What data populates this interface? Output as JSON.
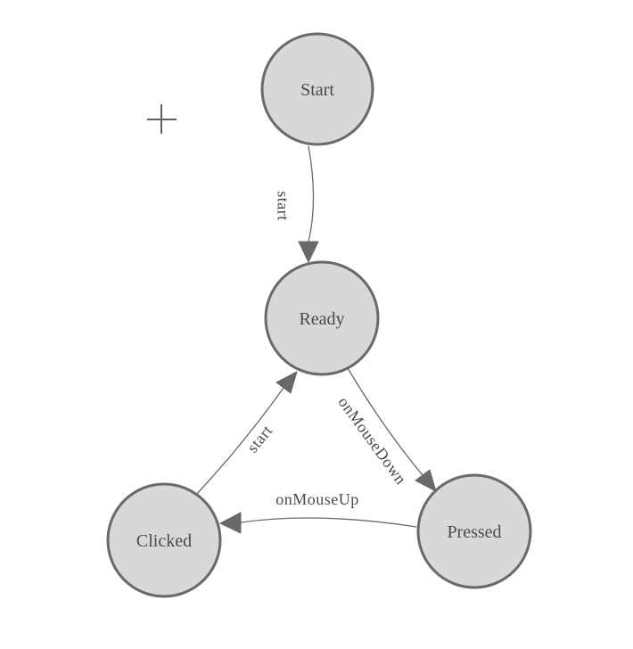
{
  "diagram": {
    "type": "finite-state-machine",
    "background_color": "#ffffff",
    "node_fill_color": "#d8d8d8",
    "node_border_color": "#696969",
    "edge_color": "#696969",
    "label_color": "#4a4a4a"
  },
  "icons": {
    "crosshair": "+"
  },
  "nodes": [
    {
      "id": "start",
      "label": "Start"
    },
    {
      "id": "ready",
      "label": "Ready"
    },
    {
      "id": "clicked",
      "label": "Clicked"
    },
    {
      "id": "pressed",
      "label": "Pressed"
    }
  ],
  "edges": [
    {
      "from": "start",
      "to": "ready",
      "label": "start"
    },
    {
      "from": "clicked",
      "to": "ready",
      "label": "start"
    },
    {
      "from": "ready",
      "to": "pressed",
      "label": "onMouseDown"
    },
    {
      "from": "pressed",
      "to": "clicked",
      "label": "onMouseUp"
    }
  ]
}
